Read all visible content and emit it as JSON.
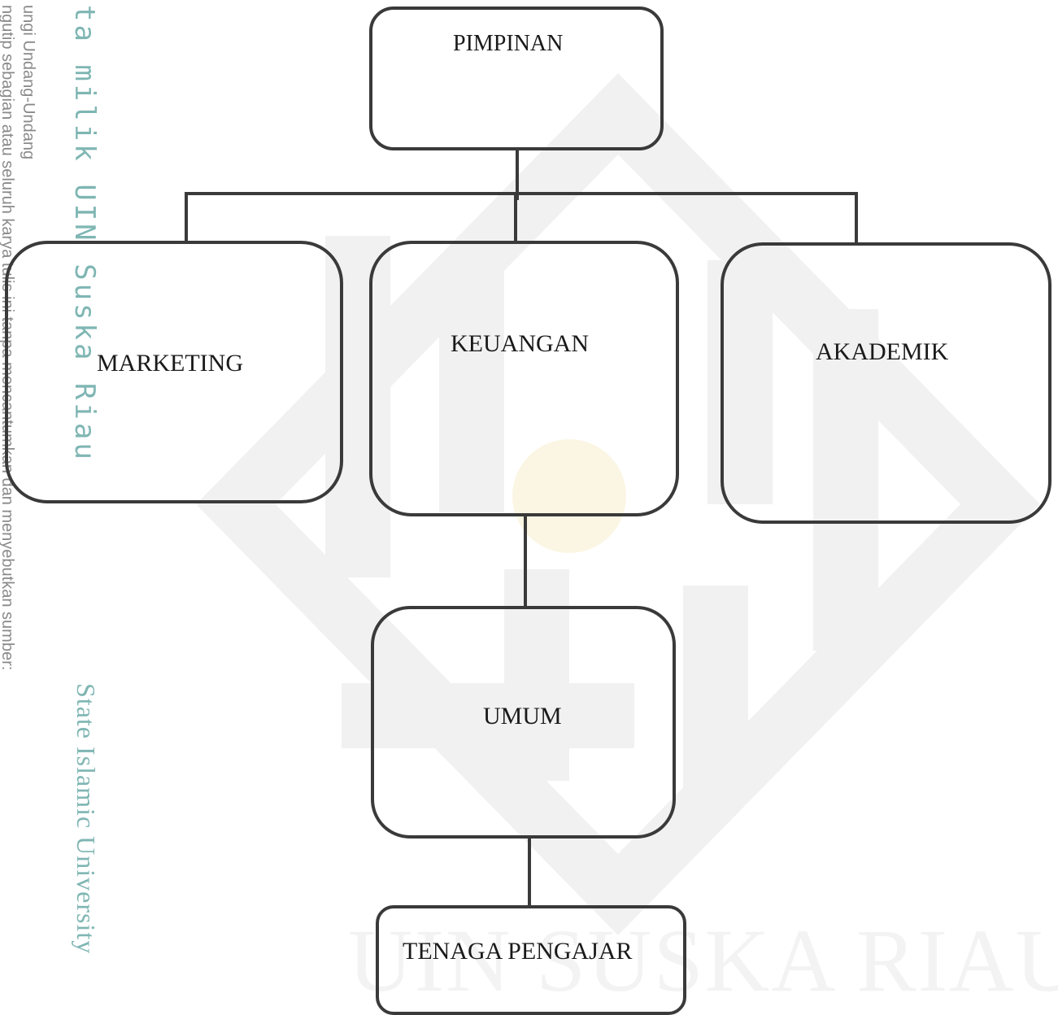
{
  "colors": {
    "stroke": "#3a3a3a",
    "text": "#1a1a1a",
    "watermark_teal": "#7fb6b3",
    "watermark_gray": "#8a8a8a",
    "watermark_shape": "#f1f1f1"
  },
  "watermark": {
    "side_text_1": "ta milik UIN Suska Riau",
    "side_text_2": "State Islamic University",
    "small_text_1": "ungi Undang-Undang",
    "small_text_2": "ngutip sebagian atau seluruh karya tulis ini tanpa mencantumkan dan menyebutkan sumber:",
    "bottom_text": "UIN SUSKA RIAU"
  },
  "org_chart": {
    "nodes": [
      {
        "id": "pimpinan",
        "label": "PIMPINAN"
      },
      {
        "id": "marketing",
        "label": "MARKETING"
      },
      {
        "id": "keuangan",
        "label": "KEUANGAN"
      },
      {
        "id": "akademik",
        "label": "AKADEMIK"
      },
      {
        "id": "umum",
        "label": "UMUM"
      },
      {
        "id": "tenaga_pengajar",
        "label": "TENAGA PENGAJAR"
      }
    ],
    "edges": [
      {
        "from": "pimpinan",
        "to": "marketing"
      },
      {
        "from": "pimpinan",
        "to": "keuangan"
      },
      {
        "from": "pimpinan",
        "to": "akademik"
      },
      {
        "from": "keuangan",
        "to": "umum"
      },
      {
        "from": "umum",
        "to": "tenaga_pengajar"
      }
    ]
  }
}
